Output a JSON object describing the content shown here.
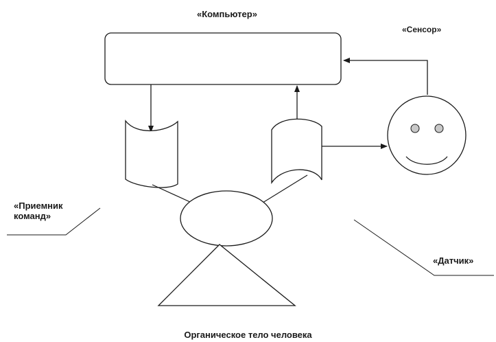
{
  "labels": {
    "computer": "«Компьютер»",
    "sensor": "«Сенсор»",
    "receiver_line1": "«Приемник",
    "receiver_line2": "команд»",
    "detector": "«Датчик»",
    "caption": "Органическое тело человека"
  },
  "colors": {
    "stroke": "#1a1a1a",
    "background": "#ffffff",
    "eye_fill": "#c8c8c8"
  },
  "icons": {
    "sensor": "smiley-face-icon"
  }
}
